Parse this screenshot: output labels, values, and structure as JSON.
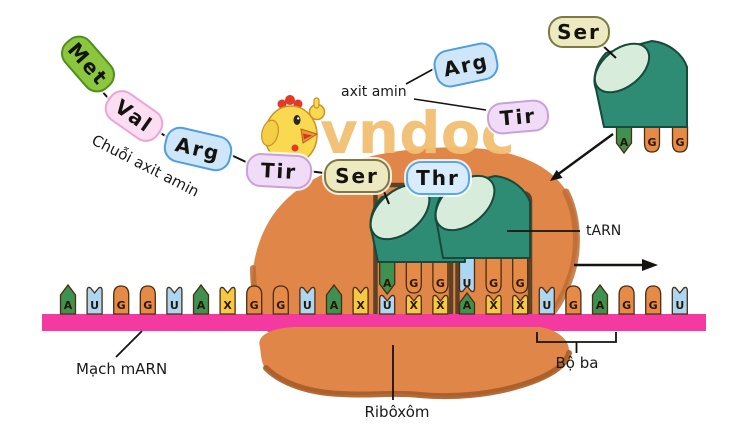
{
  "watermark": {
    "brand": "vndoc",
    "mascot": "chicken-mascot"
  },
  "polypeptide_chain": {
    "label": "Chuỗi axit amin",
    "amino_acids": [
      "Met",
      "Val",
      "Arg",
      "Tir",
      "Ser"
    ]
  },
  "free_amino_acids": {
    "label": "axit amin",
    "items": [
      "Arg",
      "Tir"
    ]
  },
  "incoming_trna": {
    "amino_acid": "Ser",
    "anticodon": [
      "A",
      "G",
      "G"
    ]
  },
  "p_site_trna": {
    "anticodon": [
      "A",
      "G",
      "G"
    ]
  },
  "a_site_trna": {
    "amino_acid": "Thr",
    "anticodon": [
      "U",
      "G",
      "G"
    ]
  },
  "mrna": {
    "label": "Mạch mARN",
    "sequence": [
      "A",
      "U",
      "G",
      "G",
      "U",
      "A",
      "X",
      "G",
      "G",
      "U",
      "A",
      "X",
      "U",
      "X",
      "X",
      "A",
      "X",
      "X",
      "U",
      "G",
      "A",
      "G",
      "G",
      "U"
    ]
  },
  "labels": {
    "trna": "tARN",
    "triplet": "Bộ ba",
    "ribosome": "Ribôxôm"
  },
  "colors": {
    "ribosome": "#e08648",
    "ribosome_shade": "#bc6c33",
    "mrna_strand": "#f43aa0",
    "trna_body": "#2e8b74",
    "trna_opening": "#d8ecdc",
    "bracket": "#5f4226",
    "nucleotide_A": "#3e9150",
    "nucleotide_U": "#abd7f3",
    "nucleotide_G": "#e58a47",
    "nucleotide_X": "#f6c944",
    "watermark": "#f3bf72"
  }
}
